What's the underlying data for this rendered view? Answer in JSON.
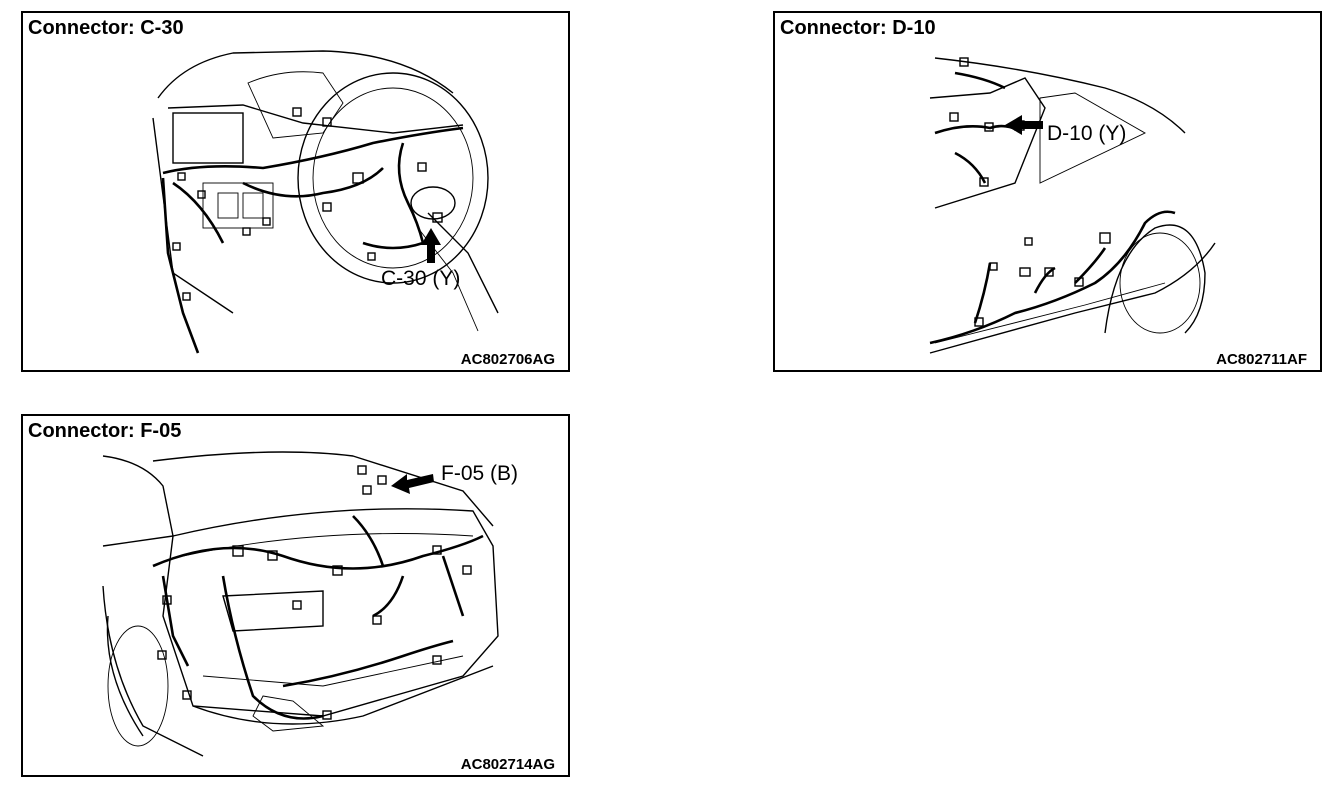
{
  "panels": [
    {
      "title": "Connector: C-30",
      "callout": "C-30 (Y)",
      "code": "AC802706AG"
    },
    {
      "title": "Connector: D-10",
      "callout": "D-10 (Y)",
      "code": "AC802711AF"
    },
    {
      "title": "Connector: F-05",
      "callout": "F-05 (B)",
      "code": "AC802714AG"
    }
  ]
}
